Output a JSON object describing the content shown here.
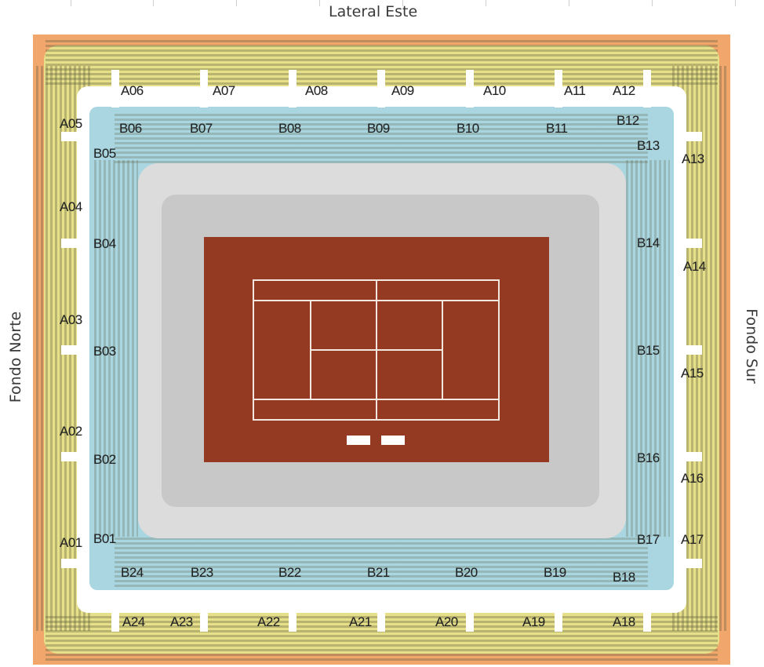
{
  "title": "Lateral Este",
  "side_labels": {
    "top": "Lateral Este",
    "left": "Fondo Norte",
    "right": "Fondo Sur"
  },
  "colors": {
    "outer_ring": "#f1a66b",
    "upper_tier": "#e6e08a",
    "lower_tier": "#a9d6e0",
    "floor_outer": "#dcdcdc",
    "floor_inner": "#c8c8c8",
    "clay_court": "#943a23",
    "court_lines": "#f2e6de"
  },
  "sections": {
    "upper_top": [
      "A06",
      "A07",
      "A08",
      "A09",
      "A10",
      "A11",
      "A12"
    ],
    "upper_left": [
      "A05",
      "A04",
      "A03",
      "A02",
      "A01"
    ],
    "upper_right": [
      "A13",
      "A14",
      "A15",
      "A16",
      "A17"
    ],
    "upper_bottom": [
      "A24",
      "A23",
      "A22",
      "A21",
      "A20",
      "A19",
      "A18"
    ],
    "lower_top": [
      "B06",
      "B07",
      "B08",
      "B09",
      "B10",
      "B11",
      "B12"
    ],
    "lower_left": [
      "B05",
      "B04",
      "B03",
      "B02",
      "B01"
    ],
    "lower_right": [
      "B13",
      "B14",
      "B15",
      "B16",
      "B17"
    ],
    "lower_bottom": [
      "B24",
      "B23",
      "B22",
      "B21",
      "B20",
      "B19",
      "B18"
    ]
  }
}
